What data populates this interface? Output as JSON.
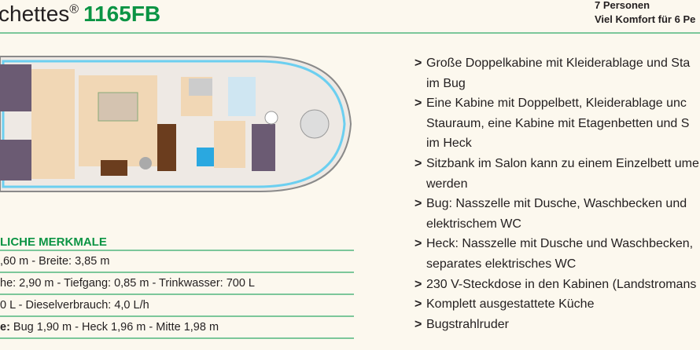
{
  "header": {
    "title_partial": "chettes",
    "registered": "®",
    "model": "1165FB",
    "persons": "7 Personen",
    "comfort": "Viel Komfort für 6 Pe"
  },
  "specs": {
    "heading": "LICHE MERKMALE",
    "rows": [
      {
        "bold": "",
        "text": ",60 m - Breite: 3,85 m"
      },
      {
        "bold": "",
        "text": "he: 2,90 m -  Tiefgang: 0,85 m - Trinkwasser: 700 L"
      },
      {
        "bold": "",
        "text": "0 L - Dieselverbrauch: 4,0 L/h"
      },
      {
        "bold": "e:",
        "text": " Bug 1,90 m - Heck 1,96 m - Mitte 1,98 m"
      }
    ]
  },
  "features": {
    "marker": ">",
    "items": [
      [
        "Große Doppelkabine mit Kleiderablage und Sta",
        "im Bug"
      ],
      [
        "Eine Kabine mit Doppelbett, Kleiderablage unc",
        "Stauraum, eine Kabine mit Etagenbetten und S",
        "im Heck"
      ],
      [
        "Sitzbank im Salon kann zu einem Einzelbett ume",
        "werden"
      ],
      [
        "Bug: Nasszelle mit Dusche, Waschbecken und",
        "elektrischem WC"
      ],
      [
        "Heck: Nasszelle mit Dusche und Waschbecken,",
        "separates elektrisches WC"
      ],
      [
        "230 V-Steckdose in den Kabinen (Landstromans"
      ],
      [
        "Komplett ausgestattete Küche"
      ],
      [
        "Bugstrahlruder"
      ]
    ]
  },
  "colors": {
    "green": "#0b9444",
    "rule": "#7cc79a",
    "bg": "#fcf8ee"
  }
}
